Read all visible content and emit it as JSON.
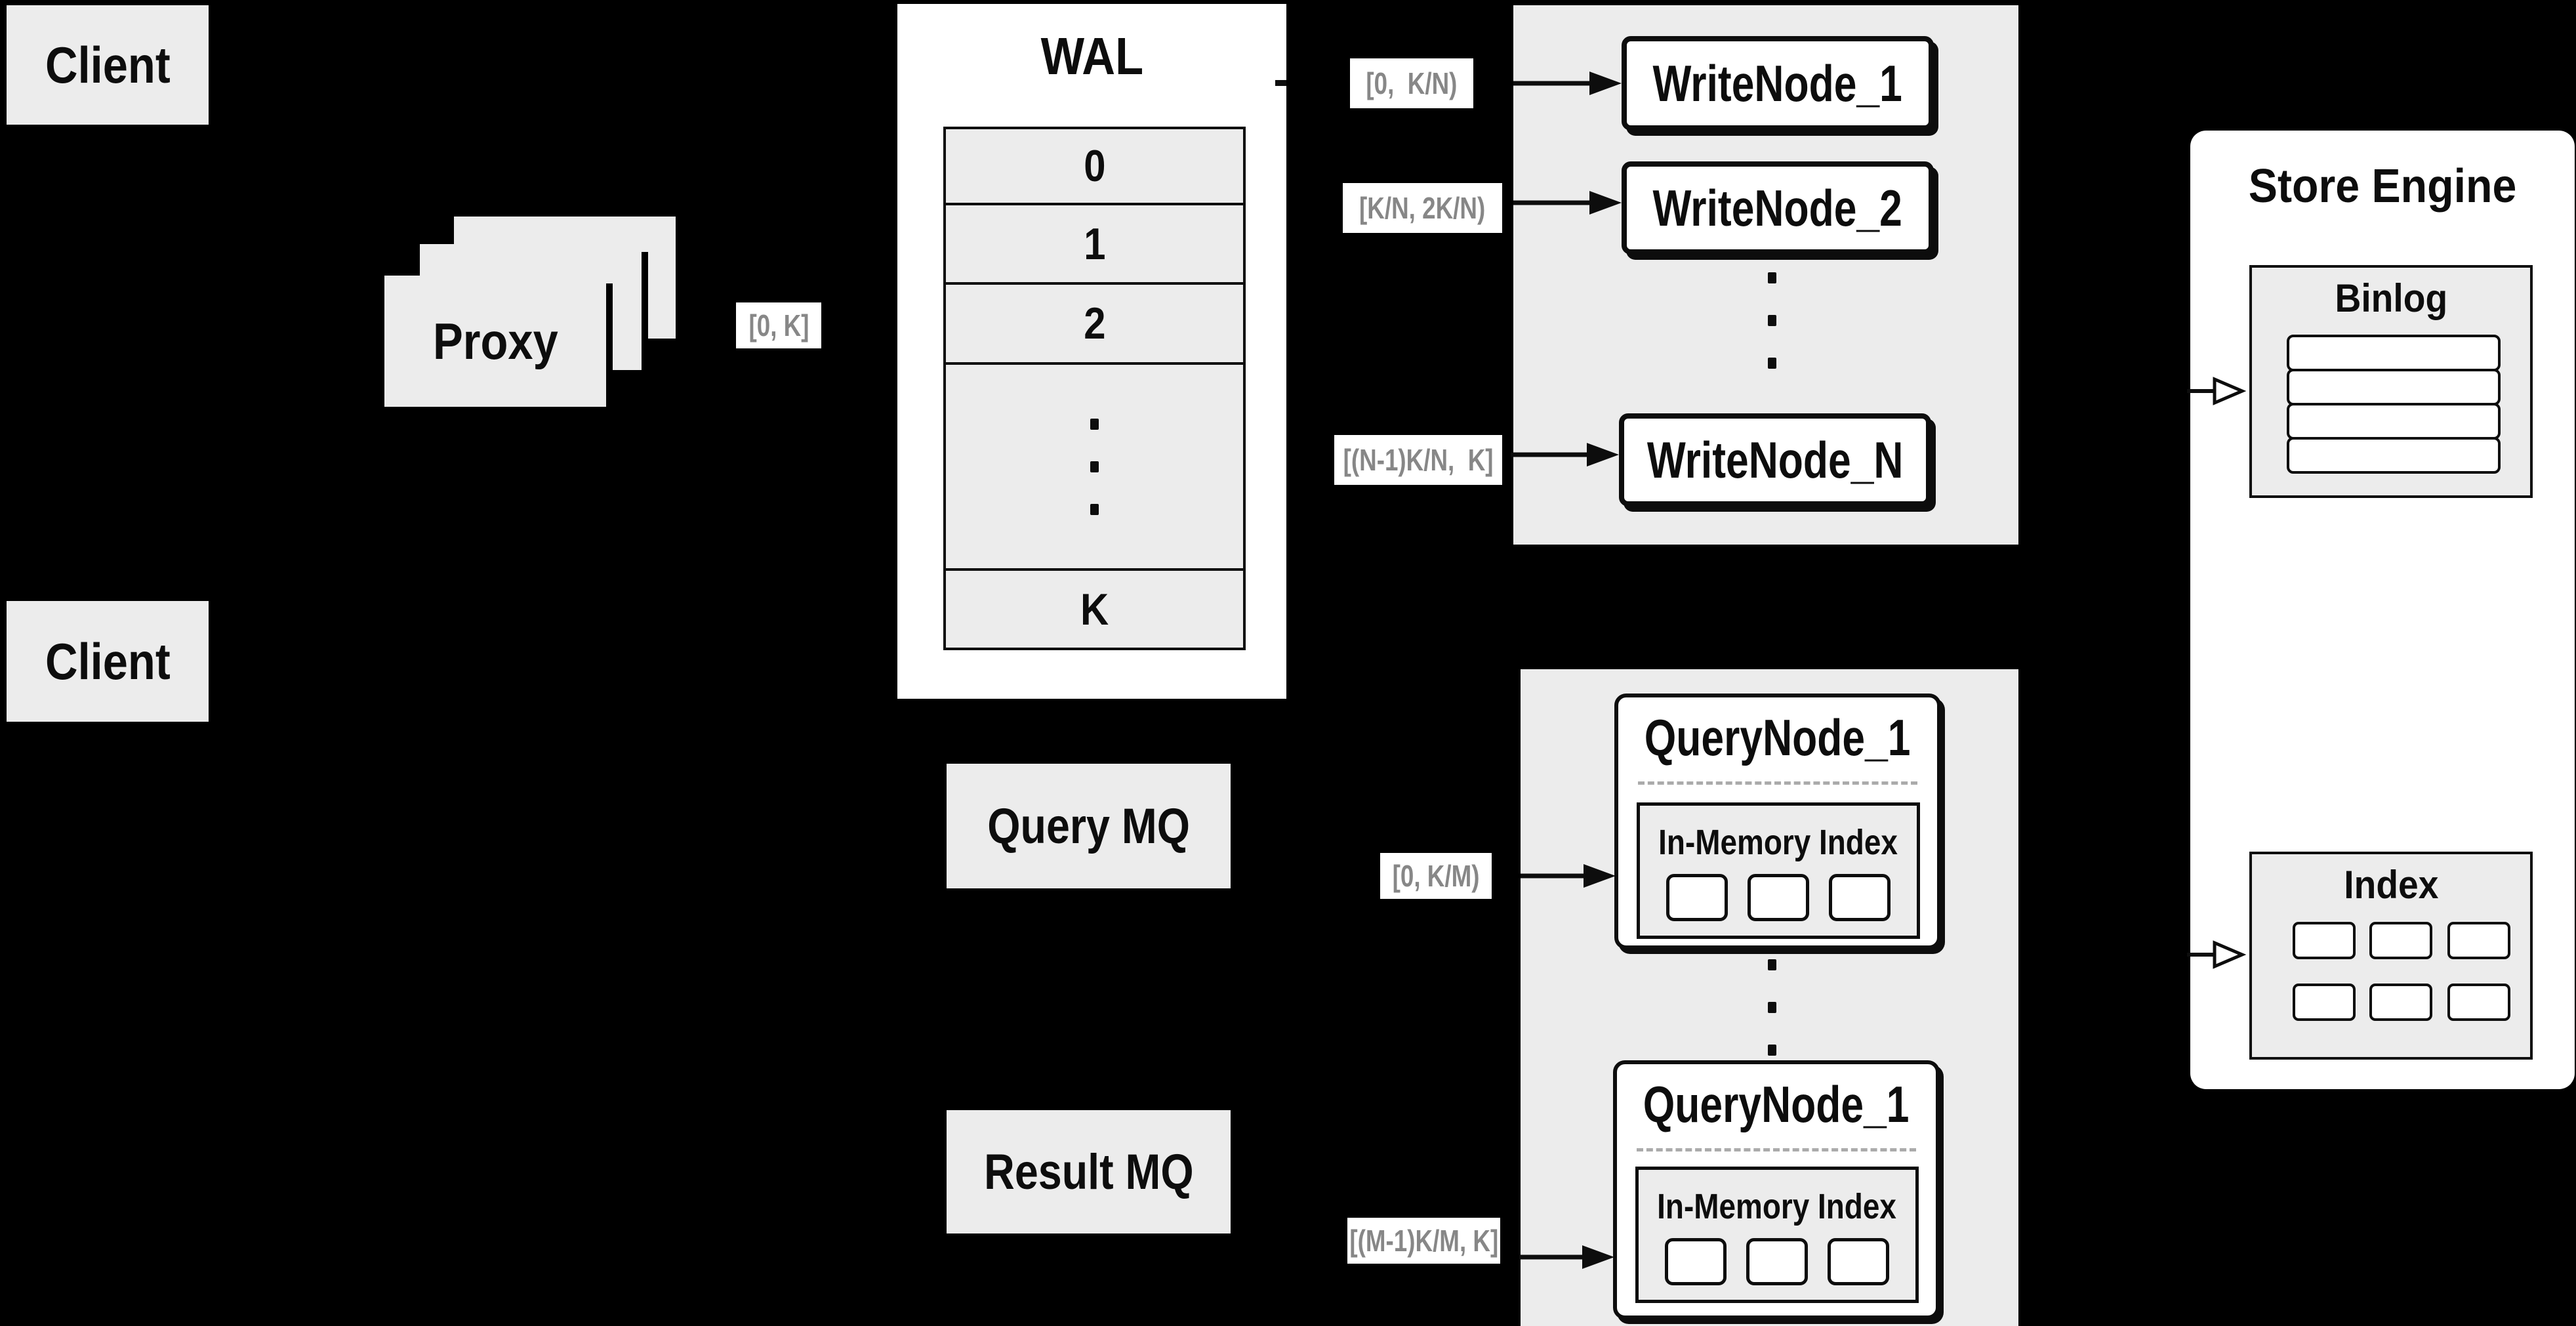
{
  "colors": {
    "background": "#000000",
    "panel_gray": "#ececec",
    "box_white": "#ffffff",
    "ink": "#0d0d0d",
    "range_label_text": "#878787"
  },
  "clients": {
    "top": "Client",
    "bottom": "Client"
  },
  "proxy": {
    "label": "Proxy"
  },
  "ranges": {
    "proxy_out": "[0, K]",
    "write": [
      "[0,  K/N)",
      "[K/N, 2K/N)",
      "[(N-1)K/N,  K]"
    ],
    "query_in": "[0, K/M)",
    "query_out": "[(M-1)K/M, K]"
  },
  "wal": {
    "title": "WAL",
    "rows": [
      "0",
      "1",
      "2",
      "K"
    ]
  },
  "write_nodes": [
    "WriteNode_1",
    "WriteNode_2",
    "WriteNode_N"
  ],
  "mq": {
    "query": "Query MQ",
    "result": "Result MQ"
  },
  "query_nodes": [
    {
      "title": "QueryNode_1",
      "index_title": "In-Memory Index"
    },
    {
      "title": "QueryNode_1",
      "index_title": "In-Memory Index"
    }
  ],
  "store_engine": {
    "title": "Store Engine",
    "binlog": "Binlog",
    "index": "Index"
  }
}
